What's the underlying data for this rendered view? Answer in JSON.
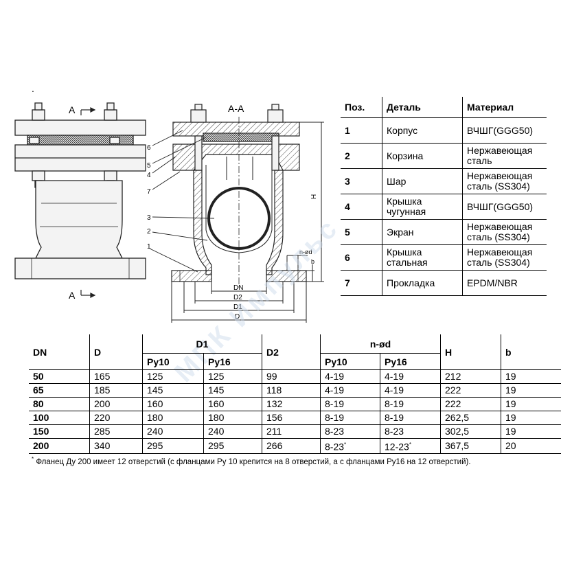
{
  "drawing": {
    "stray_mark": ".",
    "view_label": "A-A",
    "section_marker": "A",
    "callouts": [
      "6",
      "5",
      "4",
      "7",
      "3",
      "2",
      "1"
    ],
    "dimension_labels": {
      "dn": "DN",
      "d2": "D2",
      "d1": "D1",
      "d": "D",
      "h": "H",
      "nod": "n-ød",
      "b": "b"
    }
  },
  "parts_table": {
    "headers": [
      "Поз.",
      "Деталь",
      "Материал"
    ],
    "rows": [
      [
        "1",
        "Корпус",
        "ВЧШГ(GGG50)"
      ],
      [
        "2",
        "Корзина",
        "Нержавеющая сталь"
      ],
      [
        "3",
        "Шар",
        "Нержавеющая сталь  (SS304)"
      ],
      [
        "4",
        "Крышка чугунная",
        "ВЧШГ(GGG50)"
      ],
      [
        "5",
        "Экран",
        "Нержавеющая сталь  (SS304)"
      ],
      [
        "6",
        "Крышка стальная",
        "Нержавеющая сталь  (SS304)"
      ],
      [
        "7",
        "Прокладка",
        "EPDM/NBR"
      ]
    ]
  },
  "dims_table": {
    "headers": {
      "dn": "DN",
      "d": "D",
      "d1": "D1",
      "d2": "D2",
      "nod": "n-ød",
      "h": "H",
      "b": "b",
      "py10": "Ру10",
      "py16": "Ру16"
    },
    "rows": [
      [
        "50",
        "165",
        "125",
        "125",
        "99",
        "4-19",
        "4-19",
        "212",
        "19"
      ],
      [
        "65",
        "185",
        "145",
        "145",
        "118",
        "4-19",
        "4-19",
        "222",
        "19"
      ],
      [
        "80",
        "200",
        "160",
        "160",
        "132",
        "8-19",
        "8-19",
        "222",
        "19"
      ],
      [
        "100",
        "220",
        "180",
        "180",
        "156",
        "8-19",
        "8-19",
        "262,5",
        "19"
      ],
      [
        "150",
        "285",
        "240",
        "240",
        "211",
        "8-23",
        "8-23",
        "302,5",
        "19"
      ],
      [
        "200",
        "340",
        "295",
        "295",
        "266",
        "8-23*",
        "12-23*",
        "367,5",
        "20"
      ]
    ]
  },
  "footnote": {
    "mark": "*",
    "text": " Фланец Ду 200 имеет 12 отверстий (с фланцами Ру 10 крепится на 8 отверстий, а с фланцами Ру16 на 12 отверстий)."
  },
  "watermark": "МПК Импульс"
}
